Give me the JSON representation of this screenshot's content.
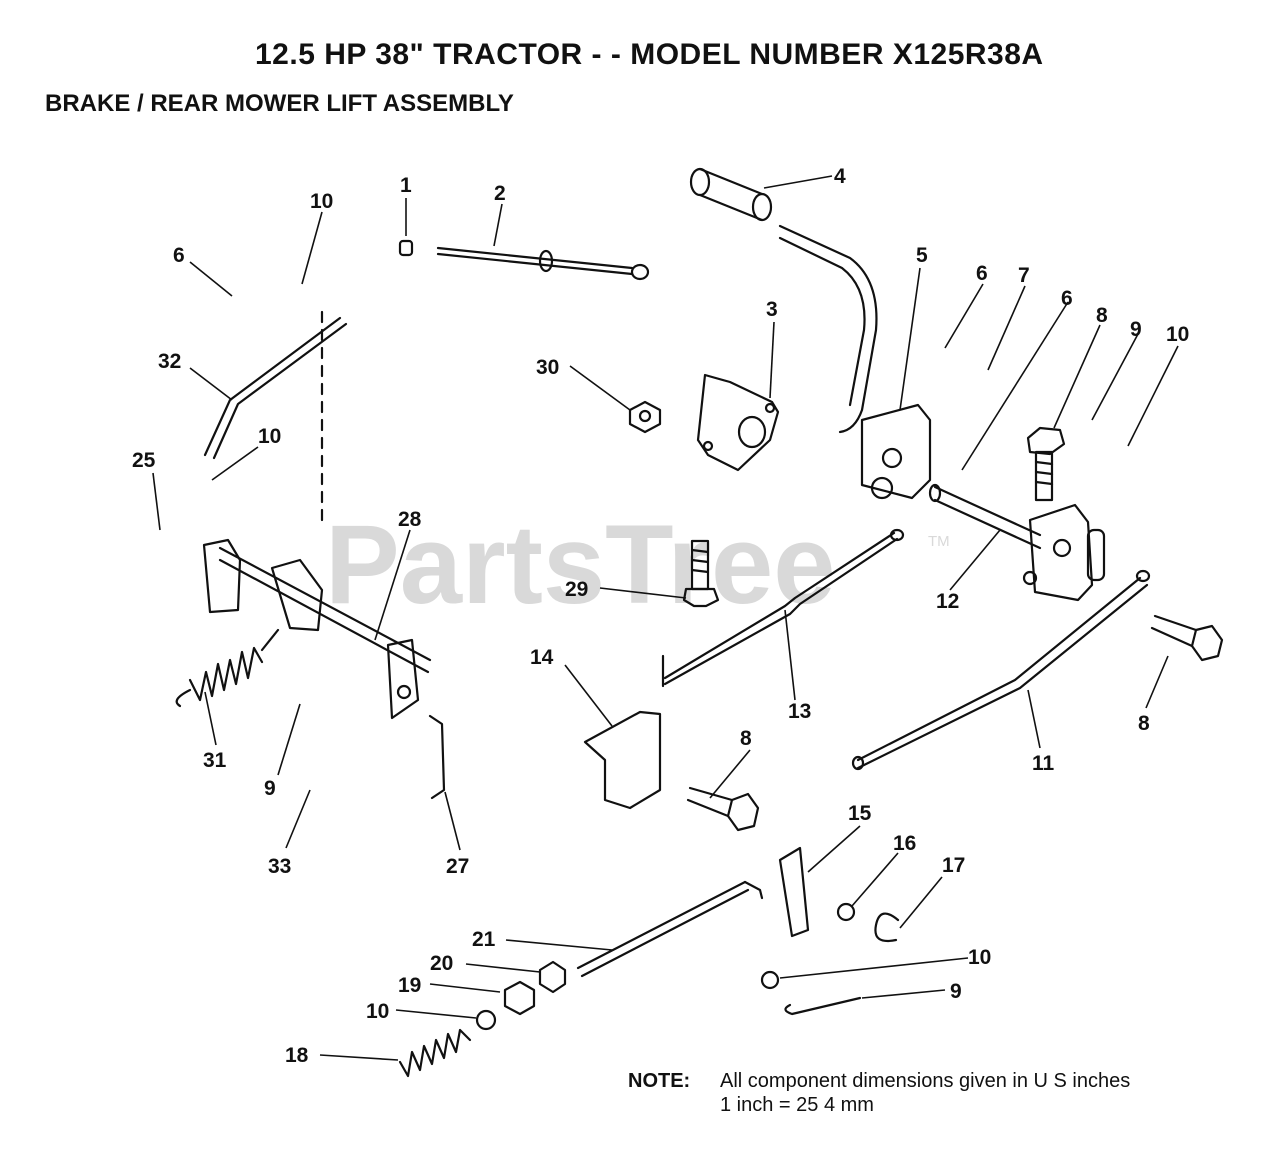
{
  "title": "12.5 HP 38\" TRACTOR - - MODEL NUMBER X125R38A",
  "subtitle": "BRAKE / REAR MOWER LIFT ASSEMBLY",
  "watermark": "PartsTree",
  "watermark_tm": "TM",
  "note": {
    "label": "NOTE:",
    "line1": "All component dimensions given in U S  inches",
    "line2": "1 inch = 25 4 mm"
  },
  "callouts": {
    "c1": "1",
    "c2": "2",
    "c3": "3",
    "c4": "4",
    "c5": "5",
    "c6a": "6",
    "c6b": "6",
    "c6c": "6",
    "c7": "7",
    "c8a": "8",
    "c8b": "8",
    "c8c": "8",
    "c9a": "9",
    "c9b": "9",
    "c9c": "9",
    "c10a": "10",
    "c10b": "10",
    "c10c": "10",
    "c10d": "10",
    "c10e": "10",
    "c11": "11",
    "c12": "12",
    "c13": "13",
    "c14": "14",
    "c15": "15",
    "c16": "16",
    "c17": "17",
    "c18": "18",
    "c19": "19",
    "c20": "20",
    "c21": "21",
    "c25": "25",
    "c27": "27",
    "c28": "28",
    "c29": "29",
    "c30": "30",
    "c31": "31",
    "c32": "32",
    "c33": "33"
  },
  "colors": {
    "ink": "#111111",
    "watermark": "#d9d9d9",
    "background": "#ffffff"
  }
}
